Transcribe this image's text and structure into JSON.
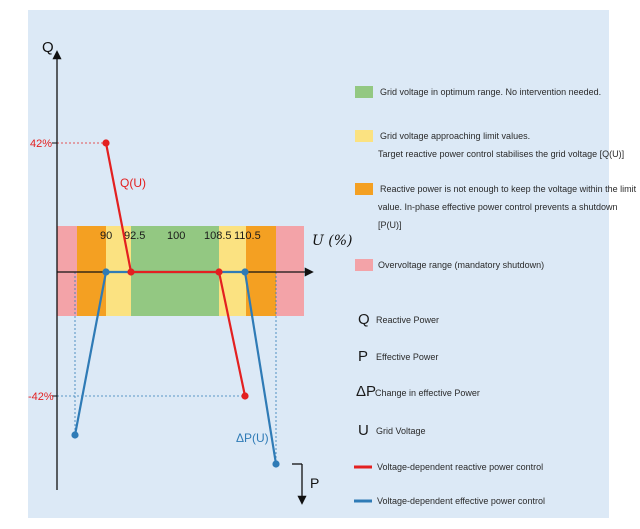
{
  "axes": {
    "q_label": "Q",
    "p_label": "P",
    "u_label": "U (%)",
    "q_pos_tick": "42%",
    "q_neg_tick": "-42%"
  },
  "voltage_ticks": [
    "90",
    "92.5",
    "100",
    "108.5",
    "110.5"
  ],
  "curve_labels": {
    "reactive": "Q(U)",
    "effective": "ΔP(U)"
  },
  "colors": {
    "green": "#93c882",
    "yellow": "#fbe281",
    "orange": "#f4a022",
    "pink": "#f3a3a8",
    "red_curve": "#e32020",
    "blue_curve": "#2f7bb6",
    "panel": "#dce9f6"
  },
  "legend": {
    "zones": [
      {
        "color": "green",
        "lines": [
          "Grid voltage in optimum range. No intervention needed."
        ]
      },
      {
        "color": "yellow",
        "lines": [
          "Grid voltage approaching limit values.",
          "Target reactive power control stabilises the grid voltage [Q(U)]"
        ]
      },
      {
        "color": "orange",
        "lines": [
          "Reactive power is not enough to keep the voltage within the limit",
          "value. In-phase effective power control prevents a shutdown",
          "[P(U)]"
        ]
      },
      {
        "color": "pink",
        "lines": [
          "Overvoltage range (mandatory shutdown)"
        ]
      }
    ],
    "symbols": [
      {
        "symbol": "Q",
        "text": "Reactive Power"
      },
      {
        "symbol": "P",
        "text": "Effective Power"
      },
      {
        "symbol": "ΔP",
        "text": "Change in effective Power"
      },
      {
        "symbol": "U",
        "text": "Grid Voltage"
      }
    ],
    "lines": [
      {
        "color": "red_curve",
        "text": "Voltage-dependent  reactive power control"
      },
      {
        "color": "blue_curve",
        "text": "Voltage-dependent  effective power control"
      }
    ]
  }
}
